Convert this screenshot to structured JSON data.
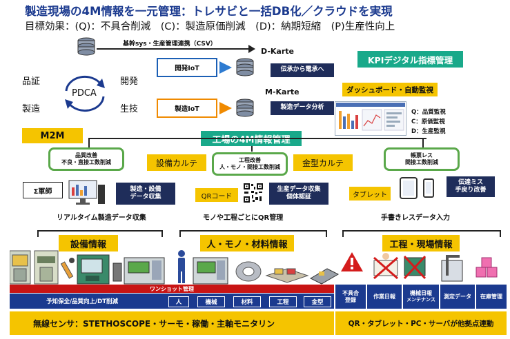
{
  "title": "製造現場の4M情報を一元管理：トレサビと一括DB化／クラウドを実現",
  "goals": "目標効果：(Q)：不具合削減　(C)：製造原価削減　(D)：納期短縮　(P)生産性向上",
  "csv_link": "基幹sys・生産管理連携（CSV）",
  "dkarte": "D-Karte",
  "mkarte": "M-Karte",
  "kpi": "KPIデジタル指標管理",
  "dashboard": "ダッシュボード・自動監視",
  "qcd": [
    "Q：品質監視",
    "C：原価監視",
    "D：生産監視"
  ],
  "pdca": "PDCA",
  "hinsho": "品証",
  "seizo": "製造",
  "kaihatsu": "開発",
  "gikan": "生技",
  "kaihatsu_iot": "開発IoT",
  "seizo_iot": "製造IoT",
  "denshi": "伝承から電承へ",
  "bunseki": "製造データ分析",
  "m2m": "M2M",
  "factory4m": "工場の4M情報管理",
  "left_box": [
    "品質改善",
    "不良・直接工数削減"
  ],
  "center_box": [
    "工程改善",
    "人・モノ・間接工数削減"
  ],
  "right_box": [
    "帳票レス",
    "間接工数削減"
  ],
  "setsubi_karte": "設備カルテ",
  "kanagata_karte": "金型カルテ",
  "sigma": "Σ軍師",
  "setsubi_data": [
    "製造・設備",
    "データ収集"
  ],
  "qr_code": "QRコード",
  "seisan_data": [
    "生産データ収集",
    "個体認証"
  ],
  "tablet": "タブレット",
  "denta": [
    "伝達ミス",
    "手戻り改善"
  ],
  "realtime": "リアルタイム製造データ収集",
  "qr_mgmt": "モノや工程ごとにQR管理",
  "handwrite": "手書きレスデータ入力",
  "setsubi_joho": "設備情報",
  "hito_mono": "人・モノ・材料情報",
  "koutei_joho": "工程・現場情報",
  "oneshot": "ワンショット管理",
  "bar_items": [
    "予知保全/品質向上/DT削減",
    "人",
    "機械",
    "材料",
    "工程",
    "金型"
  ],
  "right_cells": [
    [
      "不具合",
      "登録"
    ],
    [
      "作業日報"
    ],
    [
      "機械日報",
      "メンテナンス"
    ],
    [
      "測定データ"
    ],
    [
      "在庫管理"
    ]
  ],
  "bottom_left": "無線センサ：STETHOSCOPE・サーモ・稼働・主軸モニタリン",
  "bottom_right": "QR・タブレット・PC・サーバが他拠点連動",
  "colors": {
    "yellow": "#f5c400",
    "navy": "#1f2d5a",
    "teal": "#19a98a",
    "red": "#c81414",
    "blue": "#1b3a8f",
    "green": "#5aa84a"
  }
}
